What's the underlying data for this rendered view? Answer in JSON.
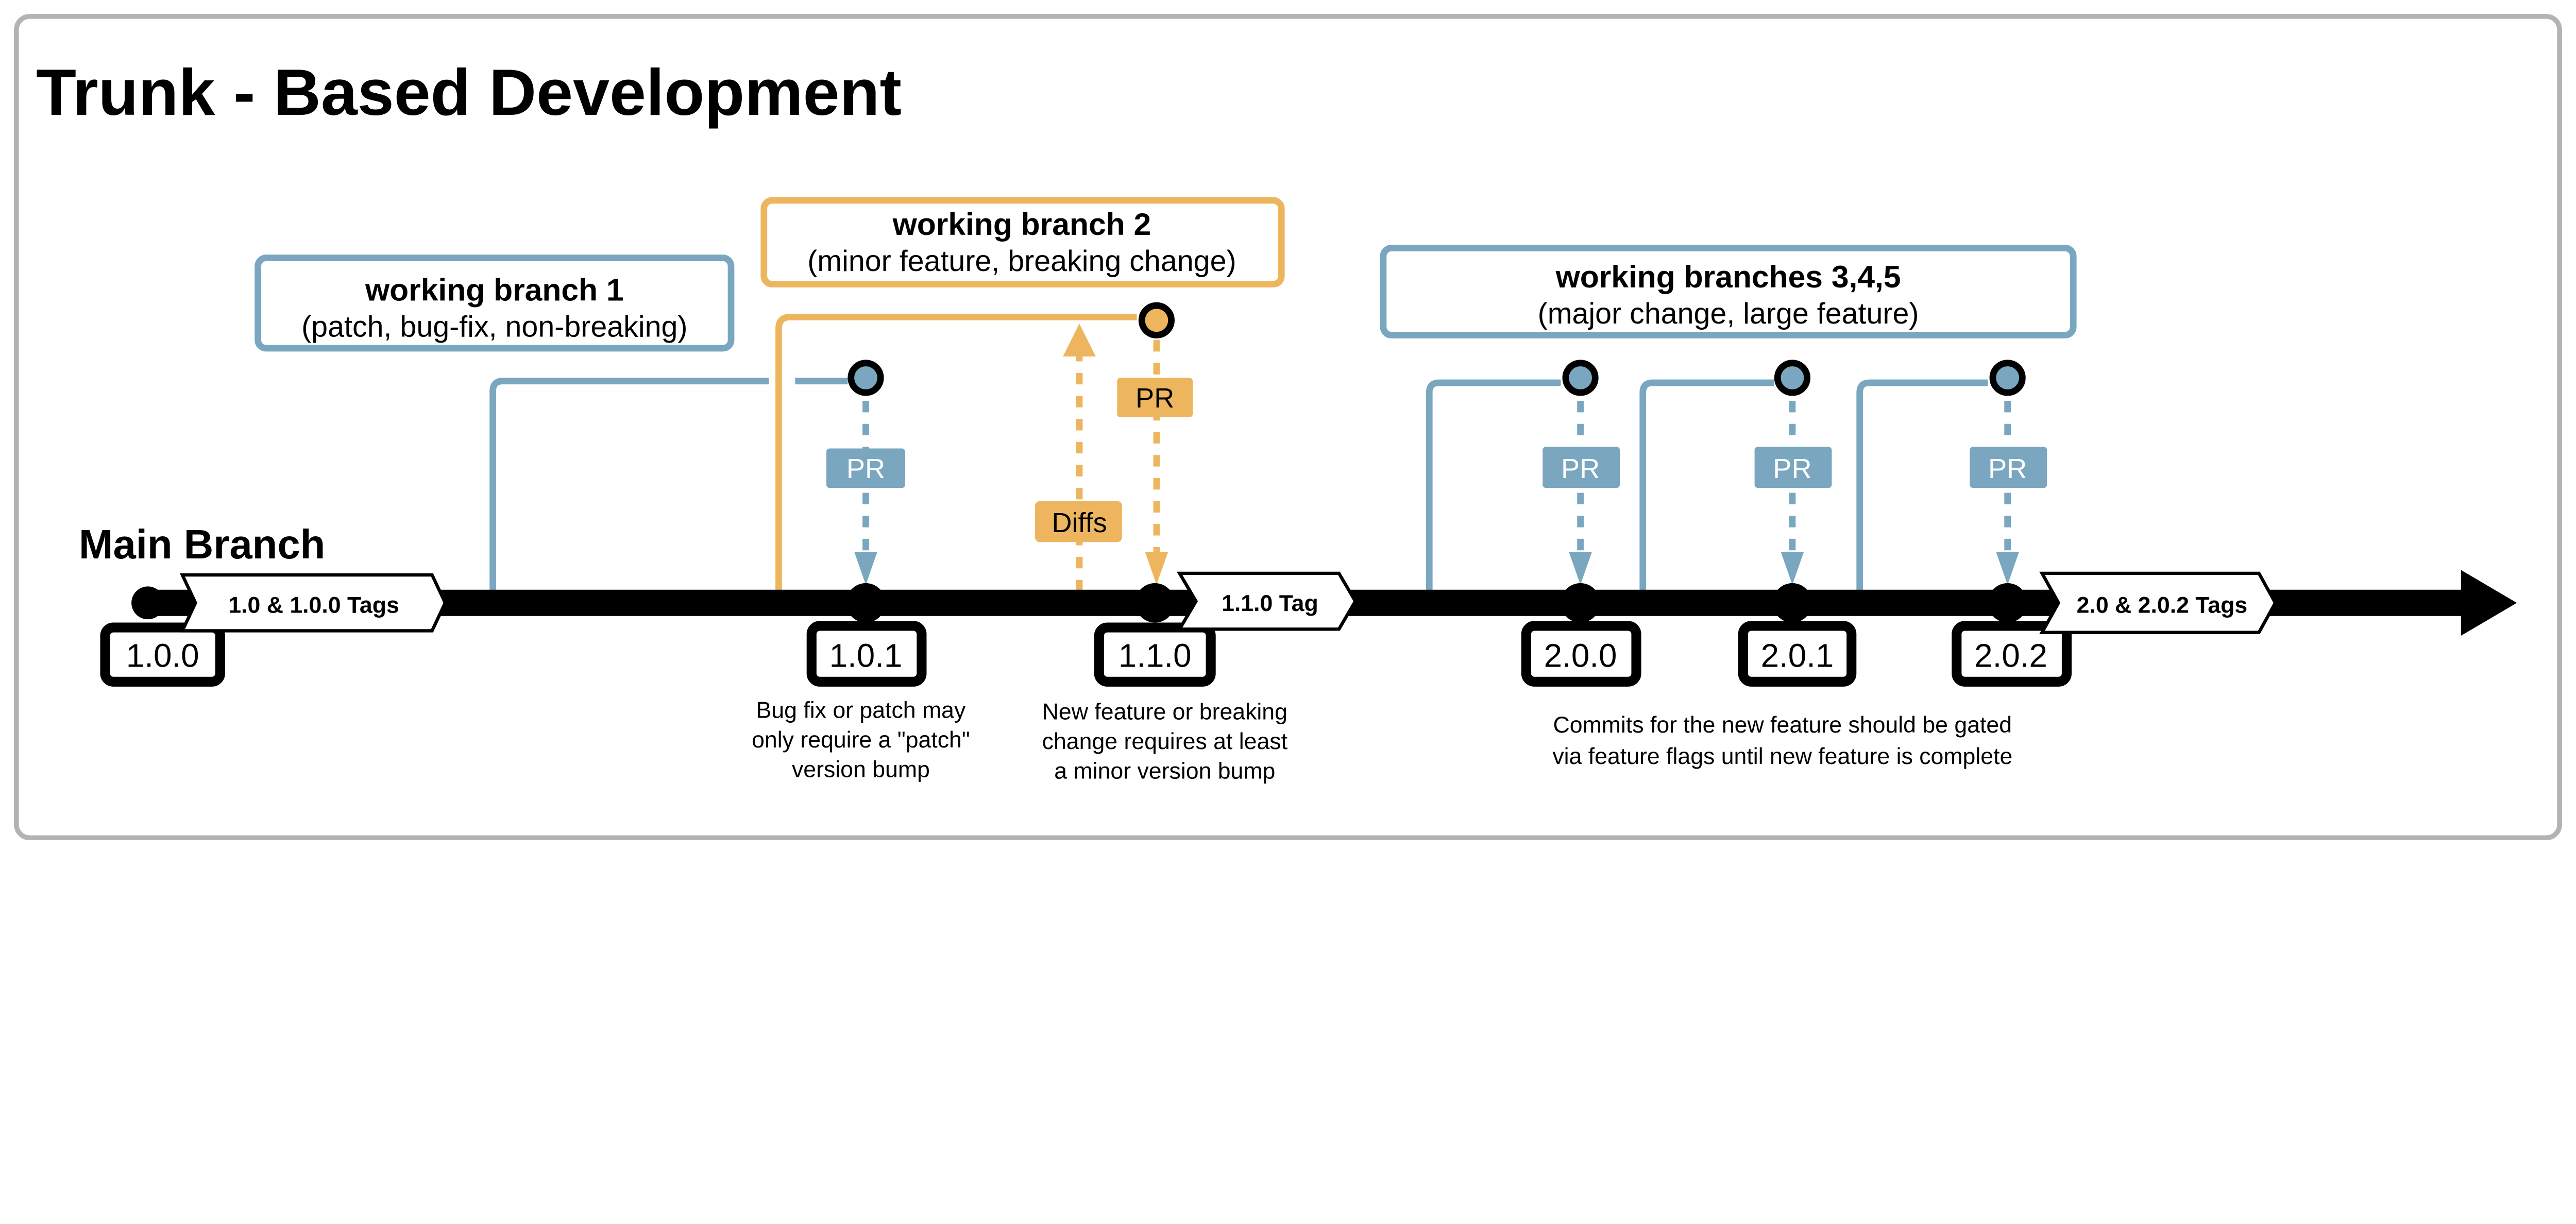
{
  "title": "Trunk - Based Development",
  "main_branch_label": "Main Branch",
  "colors": {
    "patch_branch": "#7AA7BF",
    "minor_branch": "#EDB65E",
    "main": "#000000",
    "frame": "#B3B3B3"
  },
  "branch_boxes": [
    {
      "title": "working branch 1",
      "subtitle": "(patch, bug-fix, non-breaking)"
    },
    {
      "title": "working branch 2",
      "subtitle": "(minor feature, breaking change)"
    },
    {
      "title": "working branches 3,4,5",
      "subtitle": "(major change, large feature)"
    }
  ],
  "tags": [
    "1.0 & 1.0.0 Tags",
    "1.1.0 Tag",
    "2.0 & 2.0.2 Tags"
  ],
  "versions": [
    "1.0.0",
    "1.0.1",
    "1.1.0",
    "2.0.0",
    "2.0.1",
    "2.0.2"
  ],
  "pr_label": "PR",
  "diffs_label": "Diffs",
  "captions": {
    "patch": [
      "Bug fix or patch may",
      "only require a \"patch\"",
      "version bump"
    ],
    "minor": [
      "New feature or breaking",
      "change requires at least",
      "a minor version bump"
    ],
    "major": [
      "Commits for the new feature should be gated",
      "via feature flags until new feature is complete"
    ]
  }
}
